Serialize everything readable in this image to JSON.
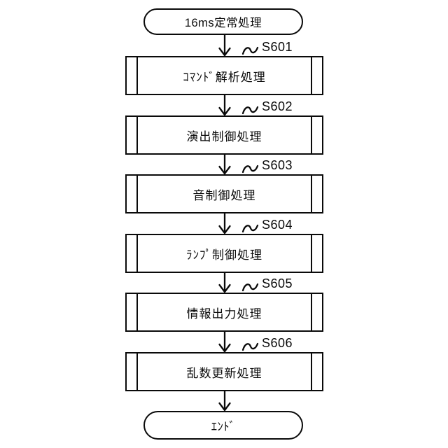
{
  "flow": {
    "title": "16ms periodic process flowchart",
    "start_label": "16ms定常処理",
    "end_label": "ｴﾝﾄﾞ",
    "steps": [
      {
        "id": "S601",
        "label": "ｺﾏﾝﾄﾞ解析処理"
      },
      {
        "id": "S602",
        "label": "演出制御処理"
      },
      {
        "id": "S603",
        "label": "音制御処理"
      },
      {
        "id": "S604",
        "label": "ﾗﾝﾌﾟ制御処理"
      },
      {
        "id": "S605",
        "label": "情報出力処理"
      },
      {
        "id": "S606",
        "label": "乱数更新処理"
      }
    ],
    "colors": {
      "line": "#0a0a0a",
      "background": "#ffffff"
    }
  }
}
